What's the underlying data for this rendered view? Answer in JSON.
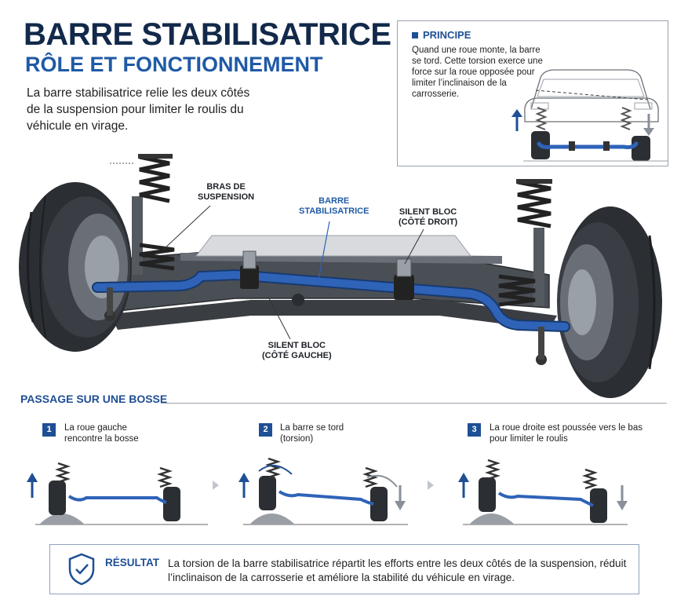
{
  "header": {
    "title": "BARRE STABILISATRICE",
    "subtitle": "RÔLE ET FONCTIONNEMENT",
    "intro": "La barre stabilisatrice relie les deux côtés de la suspension pour limiter le roulis du véhicule en virage."
  },
  "principle": {
    "heading": "PRINCIPE",
    "text": "Quand une roue monte, la barre se tord. Cette torsion exerce une force sur la roue opposée pour limiter l’inclinaison de la carrosserie."
  },
  "callouts": {
    "suspension_arm": [
      "BRAS DE",
      "SUSPENSION"
    ],
    "stabilizer_bar": [
      "BARRE",
      "STABILISATRICE"
    ],
    "bushing_right": [
      "SILENT BLOC",
      "(CÔTÉ DROIT)"
    ],
    "bushing_left": [
      "SILENT BLOC",
      "(CÔTÉ GAUCHE)"
    ]
  },
  "bump_section": {
    "title": "PASSAGE SUR UNE BOSSE",
    "steps": [
      {
        "number": "1",
        "text": [
          "La roue gauche",
          "rencontre la bosse"
        ]
      },
      {
        "number": "2",
        "text": [
          "La barre se tord",
          "(torsion)"
        ]
      },
      {
        "number": "3",
        "text": [
          "La roue droite est poussée vers le bas",
          "pour limiter le roulis"
        ]
      }
    ]
  },
  "result": {
    "label": "RÉSULTAT",
    "text": "La torsion de la barre stabilisatrice répartit les efforts entre les deux côtés de la suspension, réduit l’inclinaison de la carrosserie et améliore la stabilité du véhicule en virage."
  },
  "colors": {
    "navy": "#12294a",
    "accent_blue": "#1f5aa6",
    "bar_blue": "#2f63b8",
    "arrow_dark": "#1f4f95",
    "arrow_gray": "#8a9099"
  },
  "icons": {
    "result_icon": "shield-check-icon",
    "up_arrow": "arrow-up-icon",
    "down_arrow": "arrow-down-icon",
    "step_separator": "chevron-right-icon"
  }
}
